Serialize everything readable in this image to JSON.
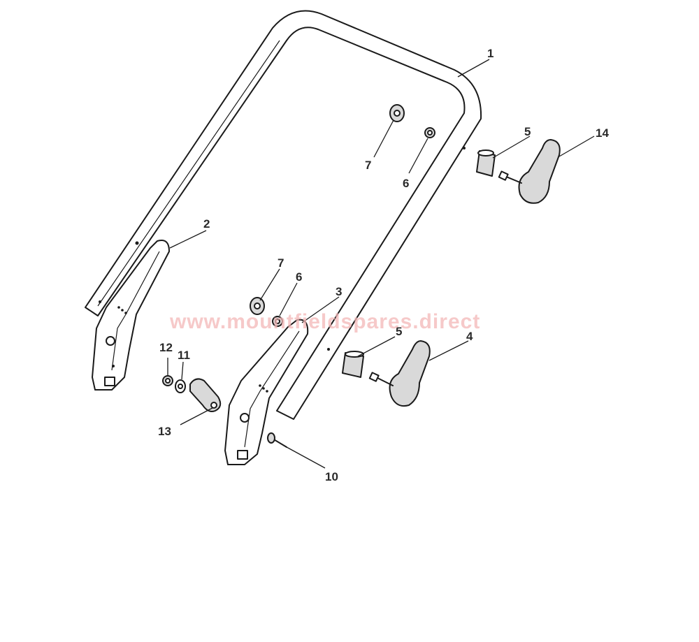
{
  "watermark": "www.mountfieldspares.direct",
  "callouts": {
    "handle_upper": "1",
    "bracket_left": "2",
    "bracket_right": "3",
    "knob_lower": "4",
    "spacer_upper": "5",
    "spacer_lower": "5",
    "nut_upper": "6",
    "nut_lower": "6",
    "washer_upper": "7",
    "washer_lower": "7",
    "bolt": "10",
    "washer_small": "11",
    "nut_small": "12",
    "cable_guide": "13",
    "knob_upper": "14"
  },
  "colors": {
    "line": "#1a1a1a",
    "watermark": "#f4b8b8",
    "background": "#ffffff"
  }
}
